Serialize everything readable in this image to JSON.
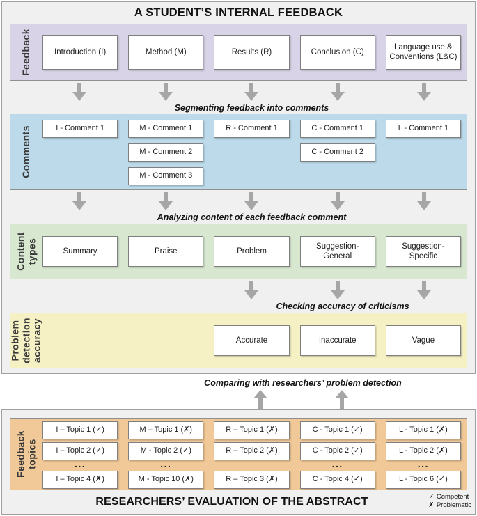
{
  "header": {
    "title": "A STUDENT’S INTERNAL FEEDBACK"
  },
  "footer": {
    "title": "RESEARCHERS’ EVALUATION OF THE ABSTRACT",
    "legend": [
      {
        "symbol": "✓",
        "label": "Competent"
      },
      {
        "symbol": "✗",
        "label": "Problematic"
      }
    ]
  },
  "connectors": {
    "segmenting": "Segmenting feedback into comments",
    "analyzing": "Analyzing content of each feedback comment",
    "checking": "Checking accuracy of criticisms",
    "comparing": "Comparing with researchers’ problem detection"
  },
  "bands": {
    "feedback": {
      "label": "Feedback",
      "boxes": [
        "Introduction (I)",
        "Method (M)",
        "Results (R)",
        "Conclusion (C)",
        "Language use &\nConventions (L&C)"
      ]
    },
    "comments": {
      "label": "Comments",
      "columns": [
        [
          "I - Comment 1"
        ],
        [
          "M - Comment 1",
          "M - Comment 2",
          "M - Comment 3"
        ],
        [
          "R - Comment 1"
        ],
        [
          "C - Comment 1",
          "C - Comment 2"
        ],
        [
          "L - Comment 1"
        ]
      ]
    },
    "content_types": {
      "label": "Content\ntypes",
      "boxes": [
        "Summary",
        "Praise",
        "Problem",
        "Suggestion-\nGeneral",
        "Suggestion-\nSpecific"
      ]
    },
    "accuracy": {
      "label": "Problem\ndetection\naccuracy",
      "boxes": [
        "Accurate",
        "Inaccurate",
        "Vague"
      ]
    },
    "topics": {
      "label": "Feedback\ntopics",
      "ellipsis": "...",
      "columns": [
        {
          "rows": [
            "I – Topic 1 (✓)",
            "I – Topic 2 (✓)",
            "I – Topic 4 (✗)"
          ],
          "has_ellipsis": true
        },
        {
          "rows": [
            "M – Topic 1 (✗)",
            "M - Topic 2 (✓)",
            "M - Topic 10 (✗)"
          ],
          "has_ellipsis": true
        },
        {
          "rows": [
            "R – Topic 1 (✗)",
            "R – Topic 2 (✗)",
            "R – Topic 3 (✗)"
          ],
          "has_ellipsis": false
        },
        {
          "rows": [
            "C - Topic 1 (✓)",
            "C - Topic 2 (✓)",
            "C - Topic 4 (✓)"
          ],
          "has_ellipsis": true
        },
        {
          "rows": [
            "L - Topic 1 (✗)",
            "L - Topic 2 (✗)",
            "L - Topic 6 (✓)"
          ],
          "has_ellipsis": true
        }
      ]
    }
  },
  "colors": {
    "band-feedback": "#d9d3e8",
    "band-comments": "#bcdaea",
    "band-content": "#d8e8d0",
    "band-accuracy": "#f5f1c4",
    "band-topics": "#f1c998",
    "arrow": "#a6a6a6",
    "panel-bg": "#f1f0f1",
    "panel-border": "#a0a0a0",
    "band-border": "#8f8f8f",
    "box-border": "#7f7f7f"
  }
}
